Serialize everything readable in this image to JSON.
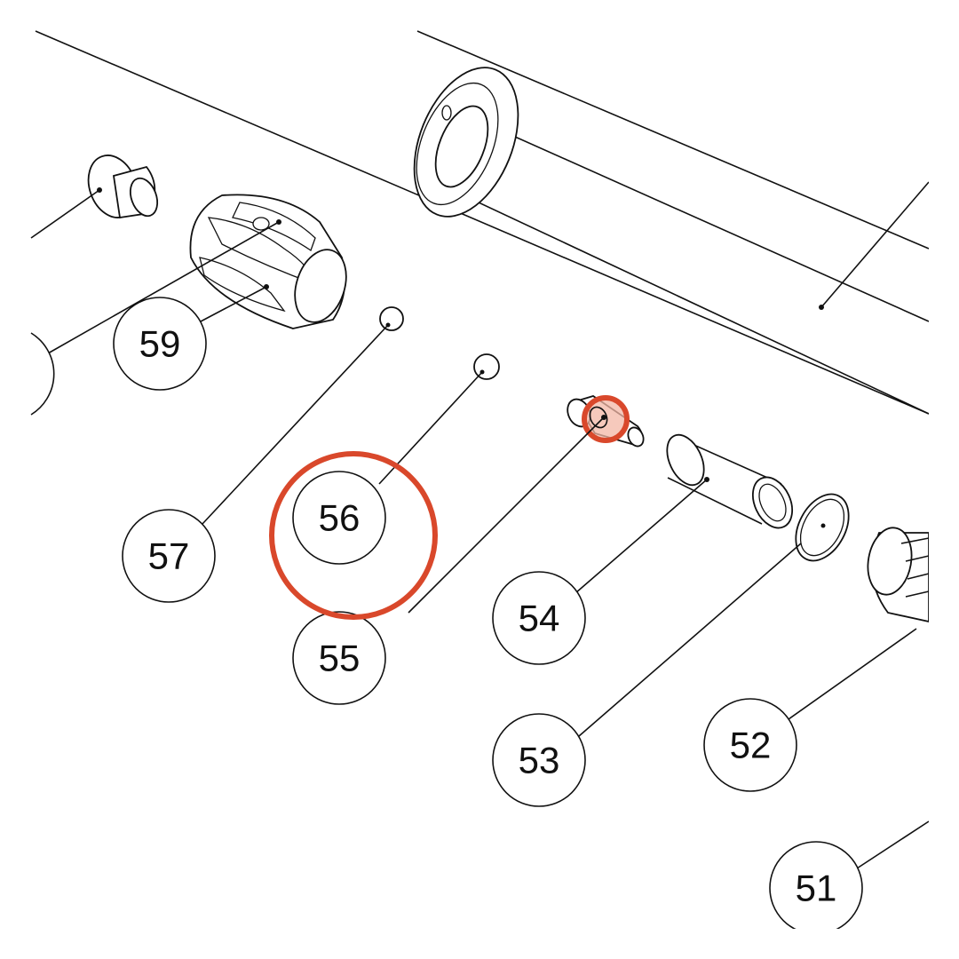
{
  "callouts": [
    {
      "id": "51",
      "label": "51"
    },
    {
      "id": "52",
      "label": "52"
    },
    {
      "id": "53",
      "label": "53"
    },
    {
      "id": "54",
      "label": "54"
    },
    {
      "id": "55",
      "label": "55"
    },
    {
      "id": "56",
      "label": "56"
    },
    {
      "id": "57",
      "label": "57"
    },
    {
      "id": "59",
      "label": "59"
    }
  ],
  "highlight_color": "#d9482b",
  "highlight_fill": "#f3b7a6"
}
